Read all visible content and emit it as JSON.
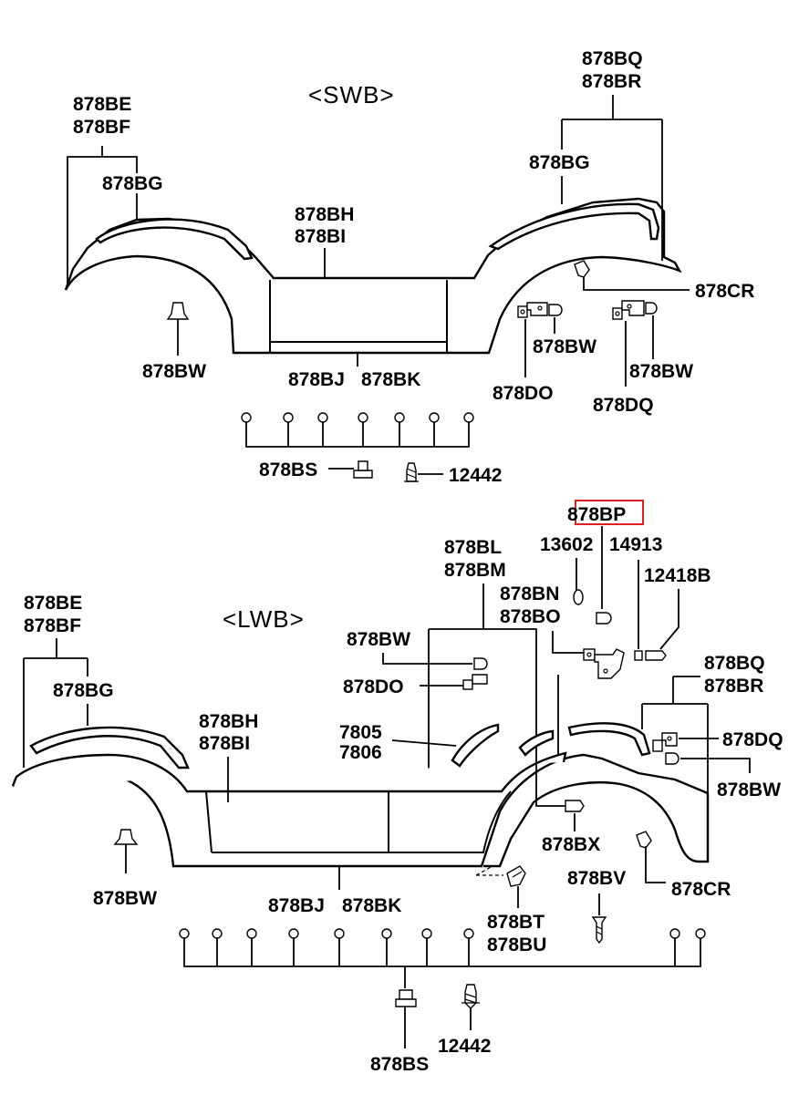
{
  "diagram": {
    "swb": {
      "title": "<SWB>",
      "labels": {
        "be": "878BE",
        "bf": "878BF",
        "bg_left": "878BG",
        "bh": "878BH",
        "bi": "878BI",
        "bq": "878BQ",
        "br": "878BR",
        "bg_right": "878BG",
        "cr": "878CR",
        "bw_left": "878BW",
        "bw_mid": "878BW",
        "bw_right": "878BW",
        "bj": "878BJ",
        "bk": "878BK",
        "do": "878DO",
        "dq": "878DQ",
        "bs": "878BS",
        "screw": "12442"
      }
    },
    "lwb": {
      "title": "<LWB>",
      "labels": {
        "bp": "878BP",
        "p13602": "13602",
        "p14913": "14913",
        "p12418b": "12418B",
        "bl": "878BL",
        "bm": "878BM",
        "bn": "878BN",
        "bo": "878BO",
        "be": "878BE",
        "bf": "878BF",
        "bg_left": "878BG",
        "bw_top": "878BW",
        "do": "878DO",
        "p7805": "7805",
        "p7806": "7806",
        "bh": "878BH",
        "bi": "878BI",
        "bq": "878BQ",
        "br": "878BR",
        "dq": "878DQ",
        "bw_right": "878BW",
        "bx": "878BX",
        "bv": "878BV",
        "cr": "878CR",
        "bw_left": "878BW",
        "bj": "878BJ",
        "bk": "878BK",
        "bt": "878BT",
        "bu": "878BU",
        "bs": "878BS",
        "screw": "12442"
      }
    },
    "highlight": {
      "label": "878BP",
      "color": "#e02020"
    }
  }
}
